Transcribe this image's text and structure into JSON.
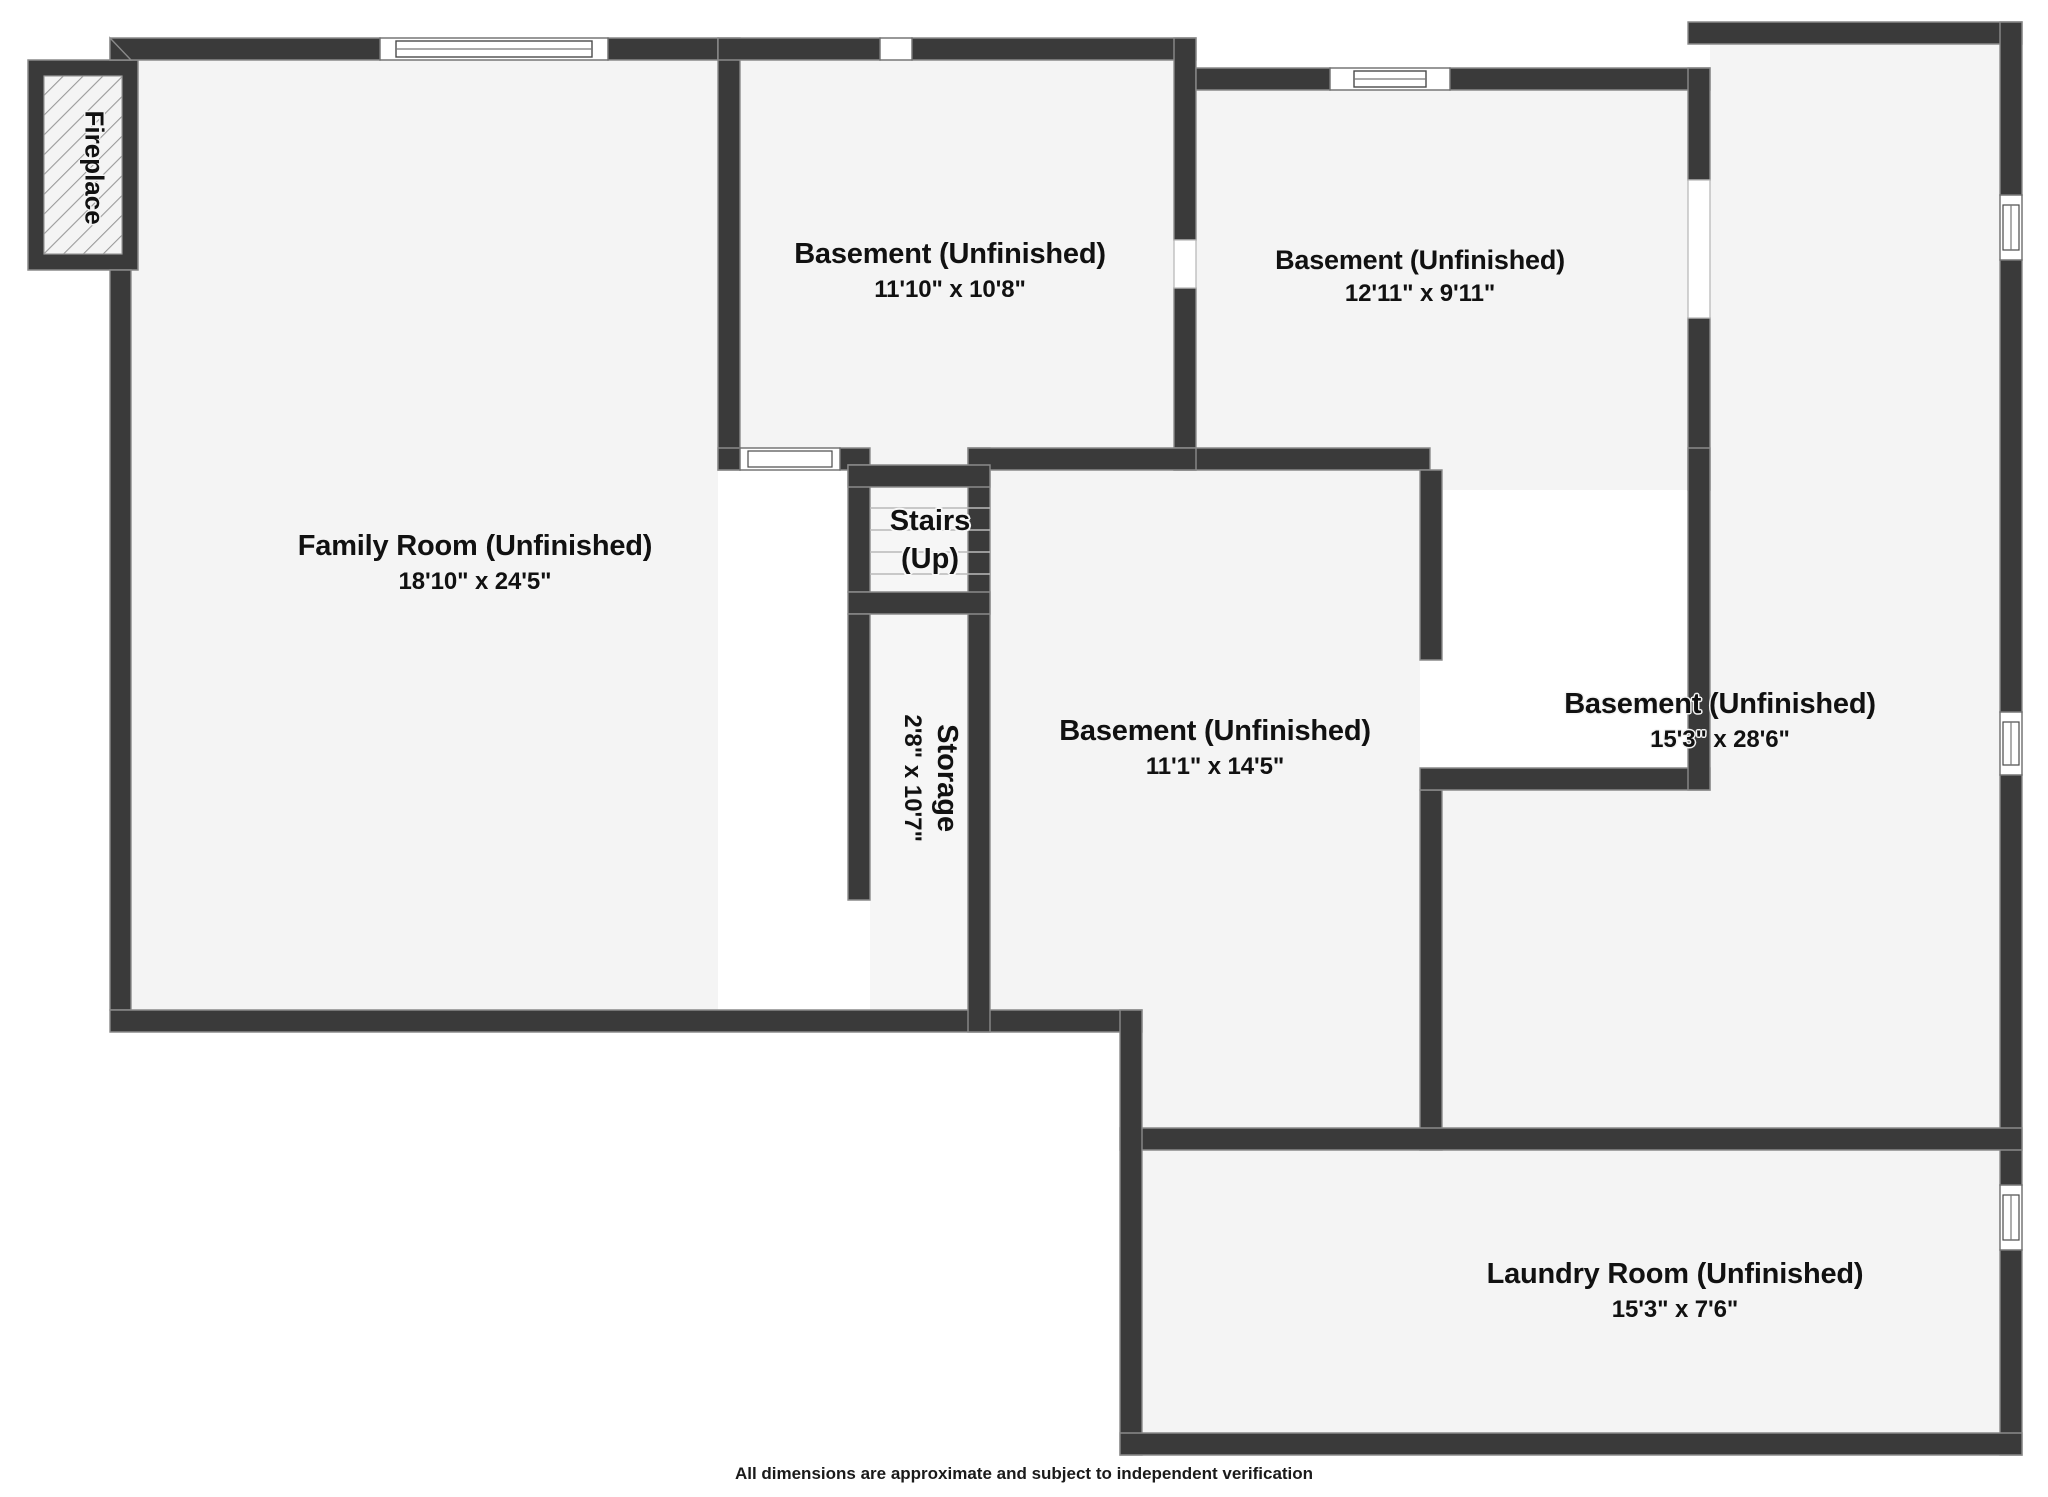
{
  "document": {
    "type": "floor-plan",
    "level": "Basement",
    "footer_note": "All dimensions are approximate and subject to independent verification",
    "colors": {
      "wall": "#3a3a3a",
      "wall_edge": "#8a8a8a",
      "room_fill": "#f4f4f4",
      "window_fill": "#ffffff",
      "window_stroke": "#555555",
      "background": "#ffffff",
      "text": "#111111"
    }
  },
  "rooms": [
    {
      "id": "family-room",
      "name": "Family Room (Unfinished)",
      "dims": "18'10\" x 24'5\""
    },
    {
      "id": "basement-top-center",
      "name": "Basement (Unfinished)",
      "dims": "11'10\" x 10'8\""
    },
    {
      "id": "basement-top-right",
      "name": "Basement (Unfinished)",
      "dims": "12'11\" x 9'11\""
    },
    {
      "id": "basement-center",
      "name": "Basement (Unfinished)",
      "dims": "11'1\" x 14'5\""
    },
    {
      "id": "basement-right",
      "name": "Basement (Unfinished)",
      "dims": "15'3\" x 28'6\""
    },
    {
      "id": "laundry-room",
      "name": "Laundry Room (Unfinished)",
      "dims": "15'3\" x 7'6\""
    }
  ],
  "features": {
    "fireplace": {
      "label": "Fireplace"
    },
    "stairs": {
      "line1": "Stairs",
      "line2": "(Up)"
    },
    "storage": {
      "name": "Storage",
      "dims": "2'8\" x 10'7\""
    }
  }
}
